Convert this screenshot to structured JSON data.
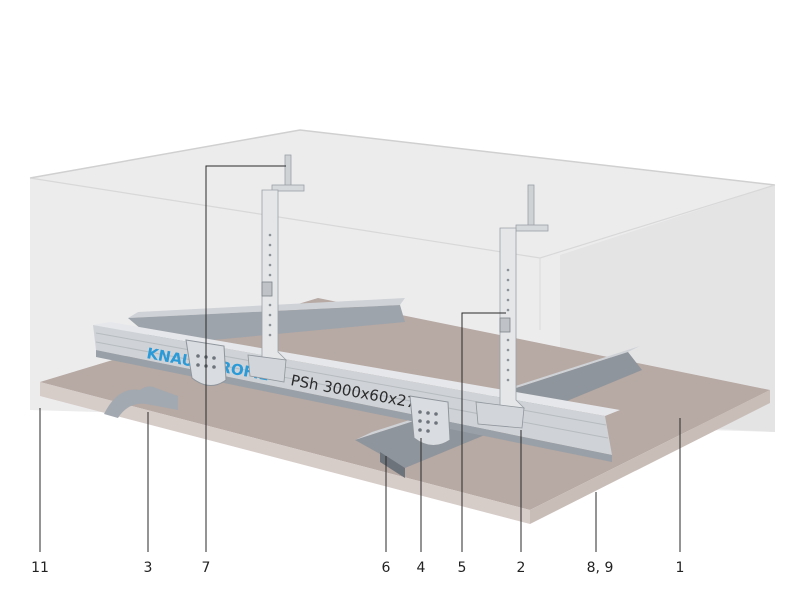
{
  "diagram": {
    "brand_text": "KNAUF PROFIL",
    "profile_marking": "PSh 3000x60x27 6",
    "callouts": [
      {
        "id": "11",
        "label": "11"
      },
      {
        "id": "3",
        "label": "3"
      },
      {
        "id": "7",
        "label": "7"
      },
      {
        "id": "6",
        "label": "6"
      },
      {
        "id": "4",
        "label": "4"
      },
      {
        "id": "5",
        "label": "5"
      },
      {
        "id": "2",
        "label": "2"
      },
      {
        "id": "8-9",
        "label": "8, 9"
      },
      {
        "id": "1",
        "label": "1"
      }
    ],
    "colors": {
      "ceiling_slab": "#e9e9ea",
      "ceiling_edge": "#d2d2d3",
      "board_top": "#b8aaa4",
      "board_edge": "#cfc5c1",
      "profile_metal": "#c9ccd0",
      "profile_dark": "#8e949b",
      "hanger_metal": "#dfe1e3",
      "brand_blue": "#2a9bd8"
    }
  }
}
